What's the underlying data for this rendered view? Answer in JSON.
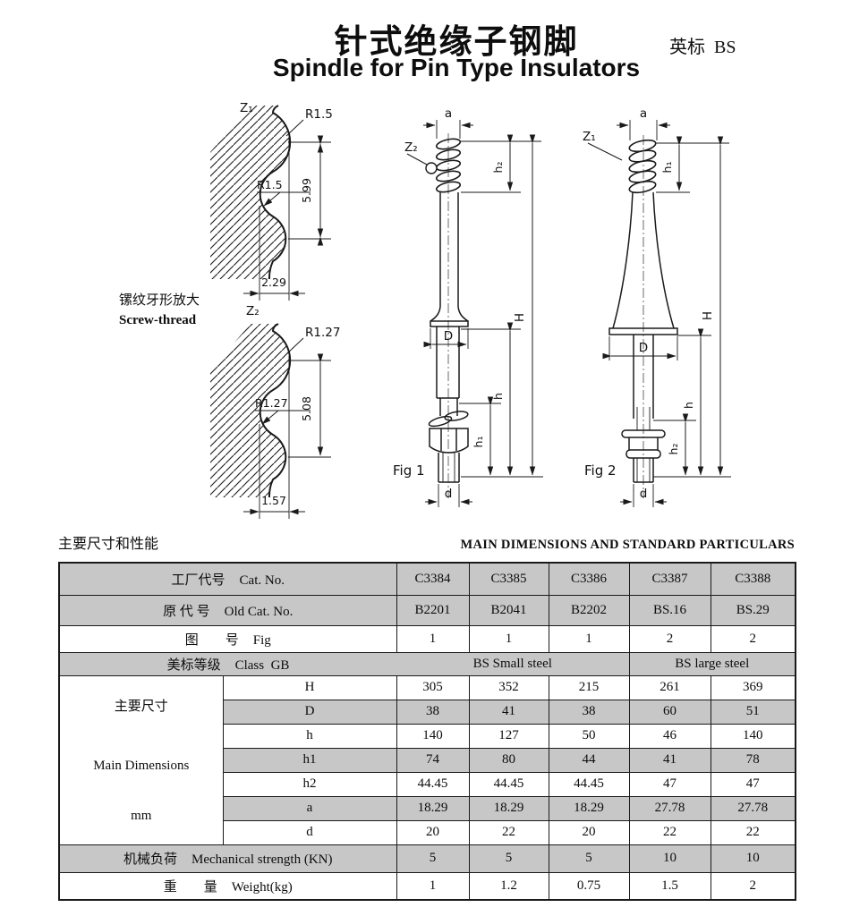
{
  "page": {
    "title_zh": "针式绝缘子钢脚",
    "title_en": "Spindle for Pin Type Insulators",
    "standard": "英标  BS"
  },
  "drawings": {
    "thread_note_zh": "镙纹牙形放大",
    "thread_note_en": "Screw-thread",
    "detail1": {
      "zone": "Z₁",
      "radius_outer": "R1.5",
      "radius_inner": "R1.5",
      "pitch_height": "5.99",
      "depth": "2.29"
    },
    "detail2": {
      "zone": "Z₂",
      "radius_outer": "R1.27",
      "radius_inner": "R1.27",
      "pitch_height": "5.08",
      "depth": "1.57"
    },
    "fig1": {
      "caption": "Fig 1",
      "zone": "Z₂",
      "a": "a",
      "h2": "h₂",
      "H": "H",
      "D": "D",
      "h": "h",
      "h1": "h₁",
      "d": "d"
    },
    "fig2": {
      "caption": "Fig 2",
      "zone": "Z₁",
      "a": "a",
      "h1": "h₁",
      "H": "H",
      "D": "D",
      "h": "h",
      "h2": "h₂",
      "d": "d"
    }
  },
  "table": {
    "caption_zh": "主要尺寸和性能",
    "caption_en": "MAIN DIMENSIONS AND STANDARD PARTICULARS",
    "cat_no": {
      "label_zh": "工厂代号",
      "label_en": "Cat. No.",
      "values": [
        "C3384",
        "C3385",
        "C3386",
        "C3387",
        "C3388"
      ]
    },
    "old_cat_no": {
      "label_zh": "原 代 号",
      "label_en": "Old Cat. No.",
      "values": [
        "B2201",
        "B2041",
        "B2202",
        "BS.16",
        "BS.29"
      ]
    },
    "fig": {
      "label_zh": "图　　号",
      "label_en": "Fig",
      "values": [
        "1",
        "1",
        "1",
        "2",
        "2"
      ]
    },
    "class_gb": {
      "label_zh": "美标等级",
      "label_en": "Class  GB",
      "groups": [
        "BS Small steel",
        "BS large steel"
      ]
    },
    "dims_label": {
      "zh": "主要尺寸",
      "en": "Main Dimensions",
      "unit": "mm"
    },
    "dims": [
      {
        "name": "H",
        "values": [
          "305",
          "352",
          "215",
          "261",
          "369"
        ]
      },
      {
        "name": "D",
        "values": [
          "38",
          "41",
          "38",
          "60",
          "51"
        ]
      },
      {
        "name": "h",
        "values": [
          "140",
          "127",
          "50",
          "46",
          "140"
        ]
      },
      {
        "name": "h1",
        "values": [
          "74",
          "80",
          "44",
          "41",
          "78"
        ]
      },
      {
        "name": "h2",
        "values": [
          "44.45",
          "44.45",
          "44.45",
          "47",
          "47"
        ]
      },
      {
        "name": "a",
        "values": [
          "18.29",
          "18.29",
          "18.29",
          "27.78",
          "27.78"
        ]
      },
      {
        "name": "d",
        "values": [
          "20",
          "22",
          "20",
          "22",
          "22"
        ]
      }
    ],
    "strength": {
      "label_zh": "机械负荷",
      "label_en": "Mechanical strength (KN)",
      "values": [
        "5",
        "5",
        "5",
        "10",
        "10"
      ]
    },
    "weight": {
      "label_zh": "重　　量",
      "label_en": "Weight(kg)",
      "values": [
        "1",
        "1.2",
        "0.75",
        "1.5",
        "2"
      ]
    }
  }
}
